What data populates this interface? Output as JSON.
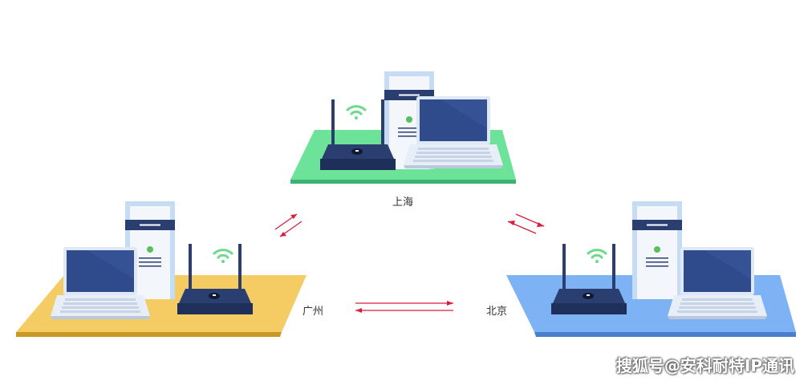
{
  "nodes": {
    "shanghai": {
      "label": "上海",
      "platform_color": "#6de39a"
    },
    "guangzhou": {
      "label": "广州",
      "platform_color": "#f5cb63"
    },
    "beijing": {
      "label": "北京",
      "platform_color": "#7db2f4"
    }
  },
  "colors": {
    "router": "#2a3e70",
    "server_body": "#f3f6fb",
    "server_frame": "#c5dcf4",
    "laptop_screen": "#2f4b8c",
    "wifi": "#6cd98b",
    "arrow": "#d81e3c"
  },
  "icons": [
    "server-icon",
    "laptop-icon",
    "router-icon",
    "wifi-icon",
    "sync-arrows-icon"
  ],
  "watermark": "搜狐号@安科耐特IP通讯"
}
